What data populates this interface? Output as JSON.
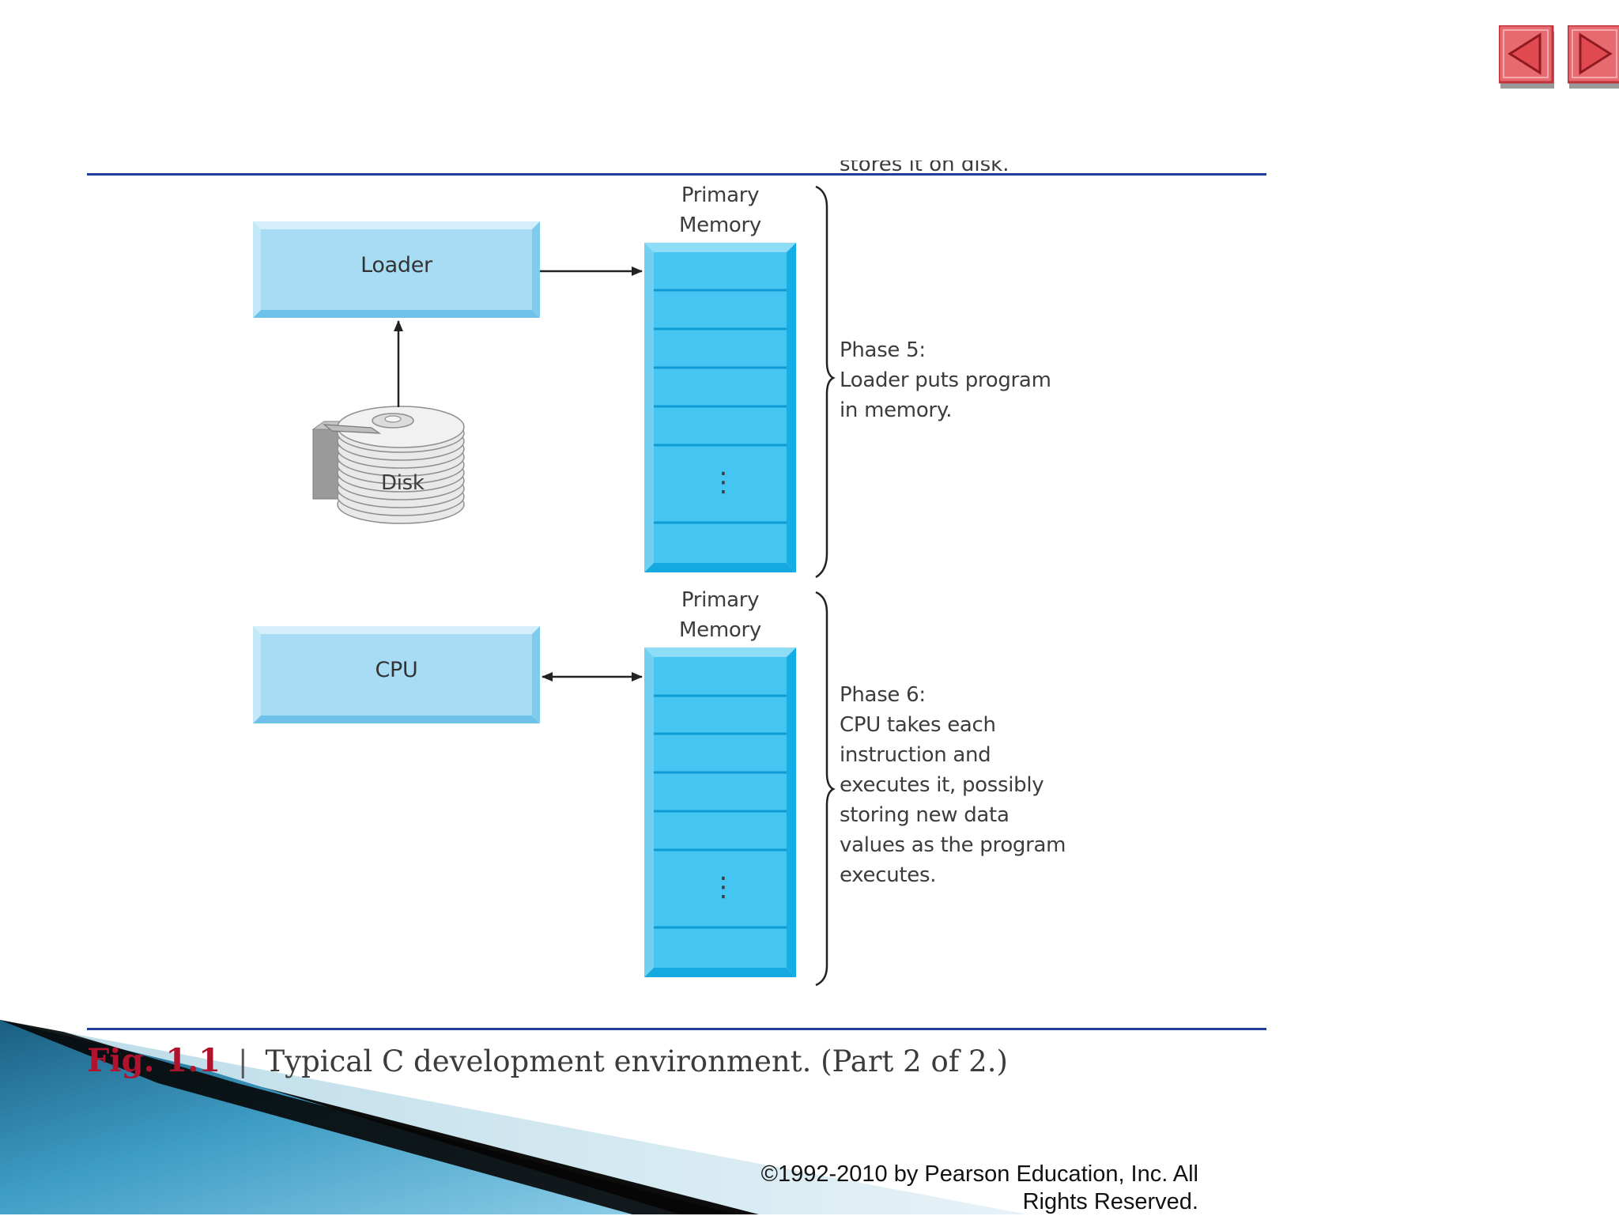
{
  "nav": {
    "prev_icon": "triangle-left-icon",
    "next_icon": "triangle-right-icon",
    "button_color": "#e56a6f"
  },
  "diagram": {
    "cropped_top_text": "stores it on disk.",
    "phase5": {
      "memory_label_line1": "Primary",
      "memory_label_line2": "Memory",
      "loader_label": "Loader",
      "disk_label": "Disk",
      "phase_lines": [
        "Phase 5:",
        "Loader puts program",
        "in memory."
      ]
    },
    "phase6": {
      "memory_label_line1": "Primary",
      "memory_label_line2": "Memory",
      "cpu_label": "CPU",
      "phase_lines": [
        "Phase 6:",
        "CPU takes each",
        "instruction and",
        "executes it, possibly",
        "storing new data",
        "values as the program",
        "executes."
      ]
    },
    "ellipsis": "⋮",
    "rule_color": "#1f3f9a",
    "box_color": "#a8dcf4",
    "memory_color": "#45c6f2"
  },
  "caption": {
    "fig_label": "Fig. 1.1",
    "separator": "|",
    "text": "Typical C development environment. (Part 2 of 2.)"
  },
  "footer": {
    "copyright_line1": "©1992-2010 by Pearson Education, Inc. All",
    "copyright_line2": "Rights Reserved."
  }
}
